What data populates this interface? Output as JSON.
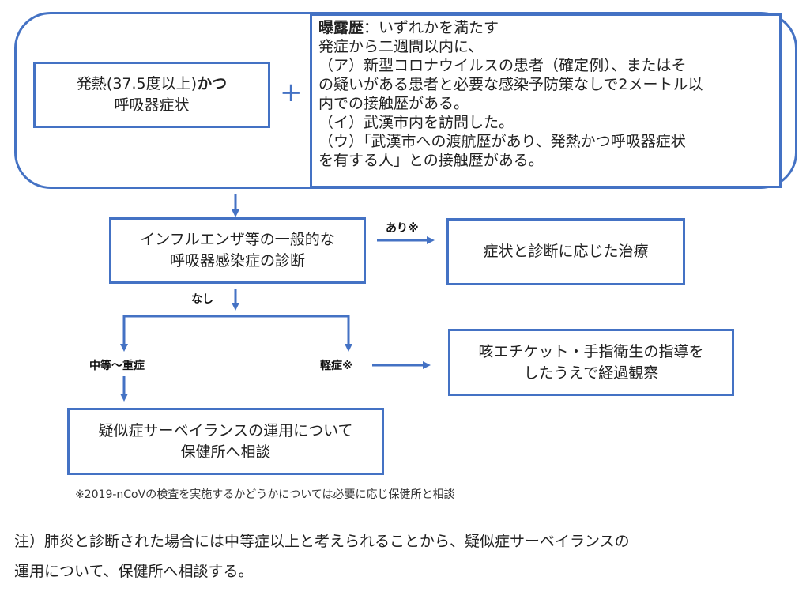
{
  "colors": {
    "accent": "#4472C4",
    "text": "#222222"
  },
  "criteria": {
    "fever_box": {
      "line1_prefix": "発熱(37.5度以上)",
      "line1_bold": "かつ",
      "line2": "呼吸器症状"
    },
    "plus_symbol": "+",
    "exposure_box": {
      "title_bold": "曝露歴",
      "title_rest": "：いずれかを満たす",
      "lines": [
        "発症から二週間以内に、",
        "（ア）新型コロナウイルスの患者（確定例）、またはそ",
        "の疑いがある患者と必要な感染予防策なしで2メートル以",
        "内での接触歴がある。",
        "（イ）武漢市内を訪問した。",
        "（ウ）「武漢市への渡航歴があり、発熱かつ呼吸器症状",
        "を有する人」との接触歴がある。"
      ]
    }
  },
  "diagnosis_box": {
    "line1": "インフルエンザ等の一般的な",
    "line2": "呼吸器感染症の診断"
  },
  "branch_labels": {
    "yes": "あり※",
    "no": "なし",
    "moderate_severe": "中等〜重症",
    "mild": "軽症※"
  },
  "treatment_box": {
    "line1": "症状と診断に応じた治療"
  },
  "observation_box": {
    "line1": "咳エチケット・手指衛生の指導を",
    "line2": "したうえで経過観察"
  },
  "surveillance_box": {
    "line1": "疑似症サーベイランスの運用について",
    "line2": "保健所へ相談"
  },
  "footnote": "※2019-nCoVの検査を実施するかどうかについては必要に応じ保健所と相談",
  "note": {
    "line1": "注）肺炎と診断された場合には中等症以上と考えられることから、疑似症サーベイランスの",
    "line2": "運用について、保健所へ相談する。"
  }
}
